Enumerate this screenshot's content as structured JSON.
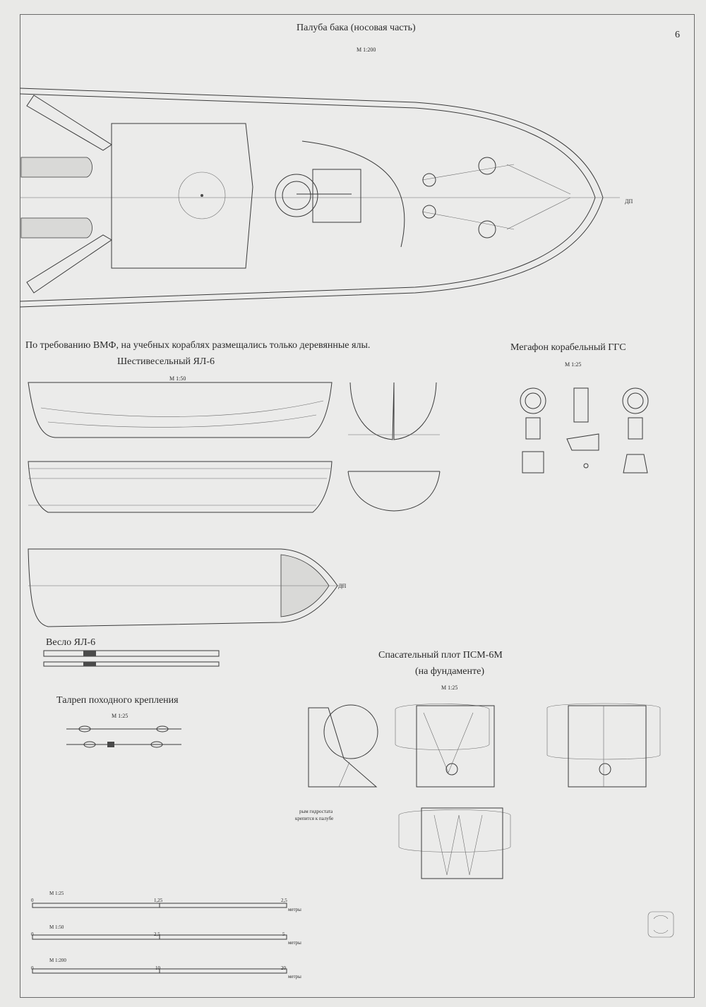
{
  "page_number": "6",
  "deck_plan": {
    "title": "Палуба бака (носовая часть)",
    "scale": "М 1:200",
    "centerline_label": "ДП"
  },
  "boats": {
    "note": "По требованию ВМФ, на учебных кораблях размещались только деревянные ялы.",
    "title": "Шестивесельный ЯЛ-6",
    "scale": "М 1:50",
    "centerline_label": "ДП"
  },
  "megaphone": {
    "title": "Мегафон корабельный ГГС",
    "scale": "М 1:25"
  },
  "oar": {
    "title": "Весло ЯЛ-6"
  },
  "lanyard": {
    "title": "Талреп походного крепления",
    "scale": "М 1:25"
  },
  "raft": {
    "title_line1": "Спасательный плот ПСМ-6М",
    "title_line2": "(на фундаменте)",
    "scale": "М 1:25",
    "note_line1": "рым гидростата",
    "note_line2": "крепится к палубе"
  },
  "scale_bars": [
    {
      "label": "М 1:25",
      "ticks": [
        "0",
        "1,25",
        "2,5"
      ],
      "unit": "метры"
    },
    {
      "label": "М 1:50",
      "ticks": [
        "0",
        "2,5",
        "5"
      ],
      "unit": "метры"
    },
    {
      "label": "М 1:200",
      "ticks": [
        "0",
        "10",
        "20"
      ],
      "unit": "метры"
    }
  ]
}
